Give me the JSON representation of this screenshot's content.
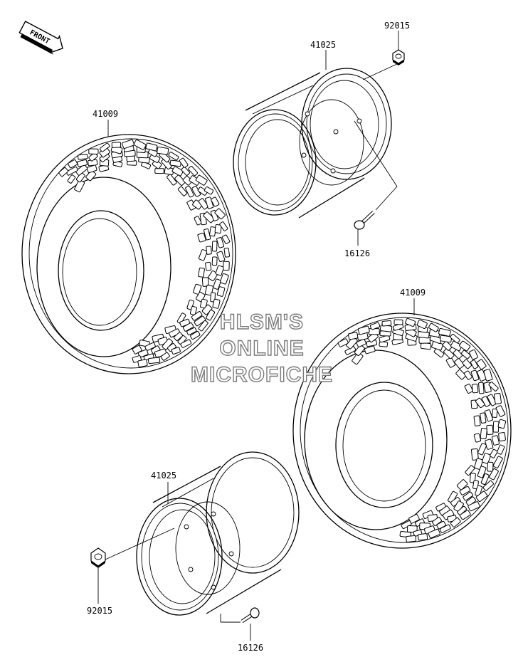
{
  "front_badge": {
    "text": "FRONT"
  },
  "parts": {
    "tire_upper": {
      "number": "41009"
    },
    "tire_lower": {
      "number": "41009"
    },
    "wheel_upper": {
      "number": "41025"
    },
    "wheel_lower": {
      "number": "41025"
    },
    "nut_upper": {
      "number": "92015"
    },
    "nut_lower": {
      "number": "92015"
    },
    "valve_upper": {
      "number": "16126"
    },
    "valve_lower": {
      "number": "16126"
    }
  },
  "watermark": {
    "line1": "HLSM'S",
    "line2": "ONLINE",
    "line3": "MICROFICHE"
  }
}
